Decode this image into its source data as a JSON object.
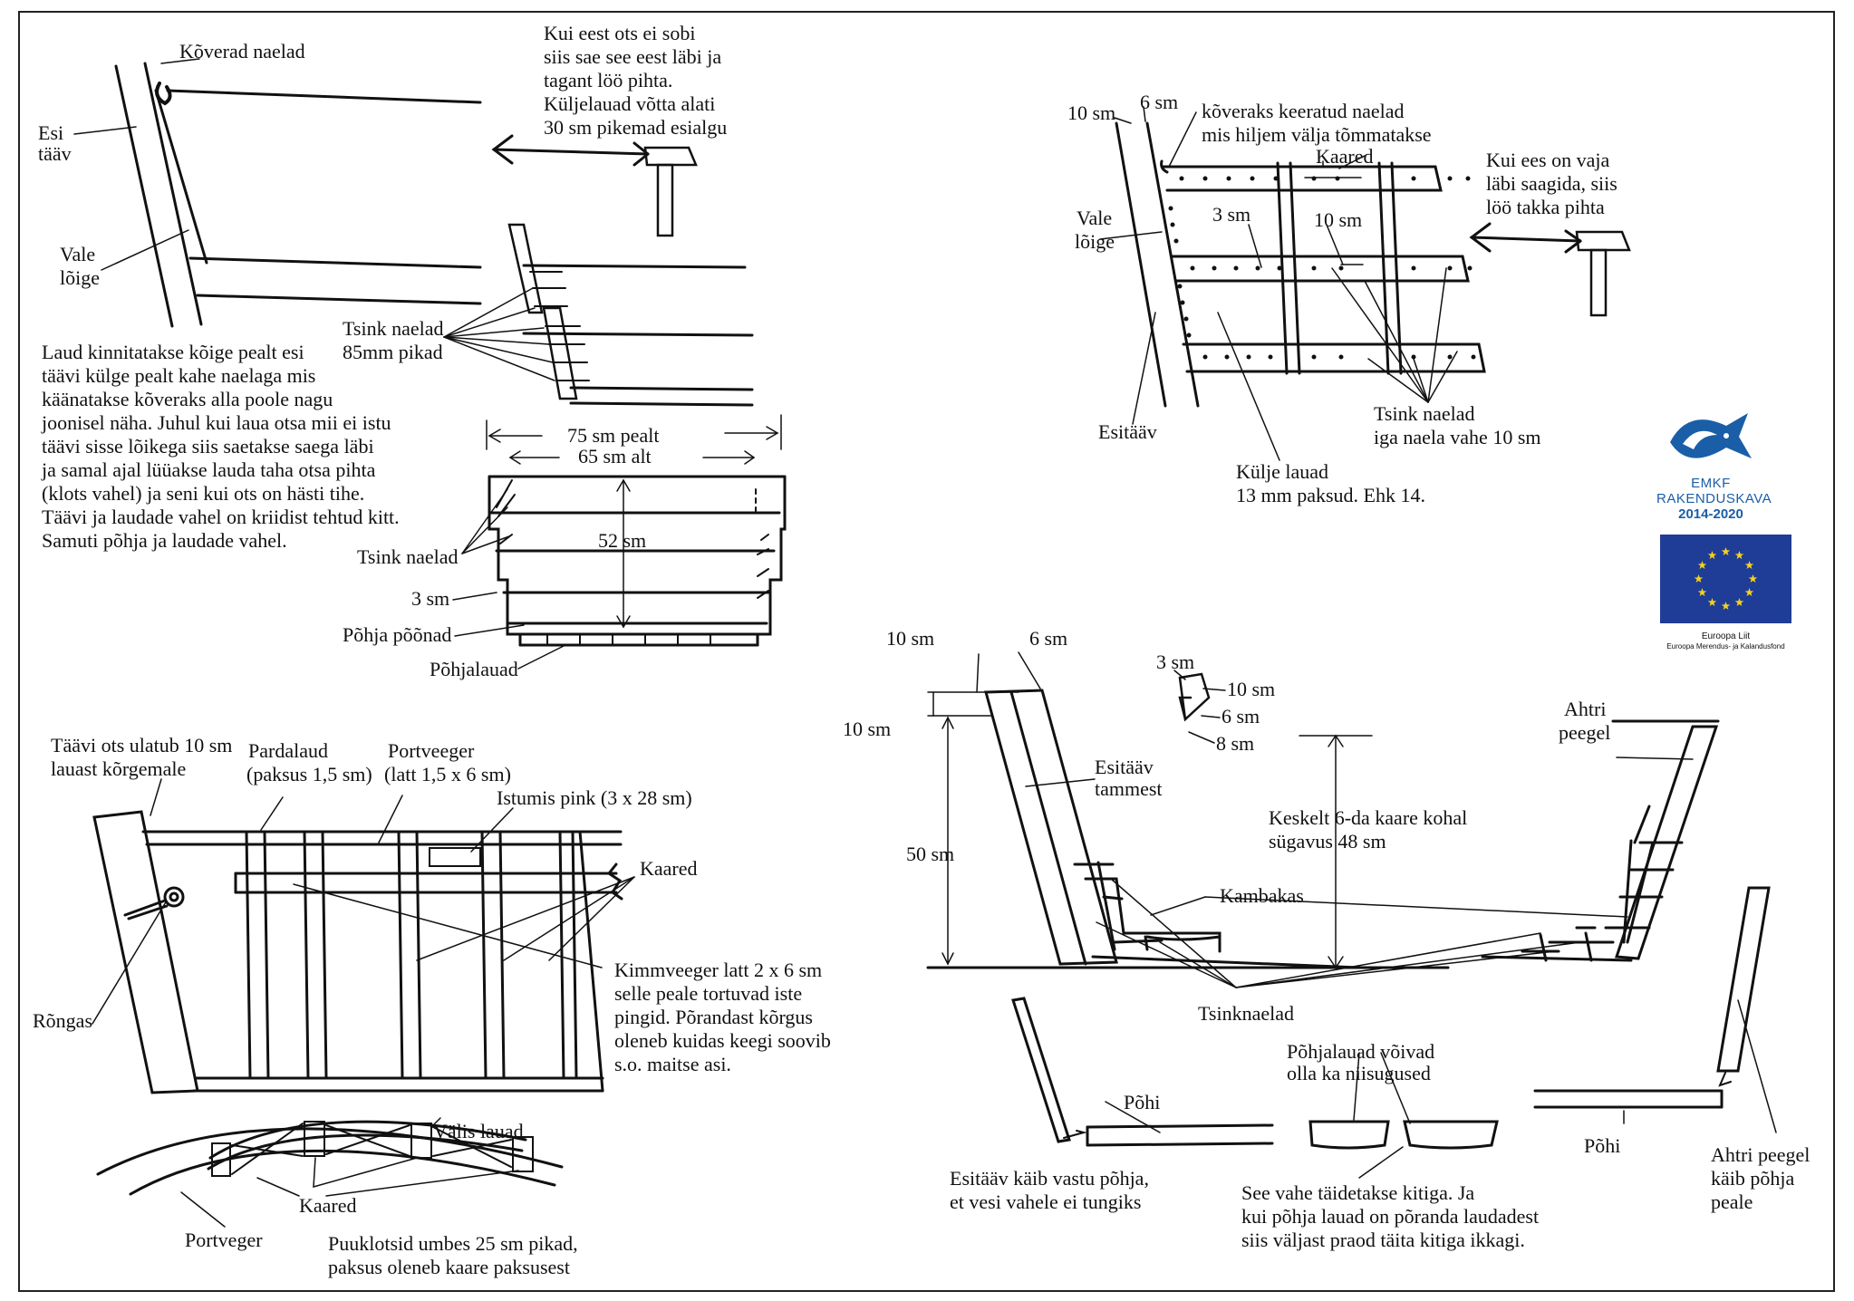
{
  "labels": {
    "koverad_naelad": "Kõverad naelad",
    "esi": "Esi",
    "taav": "tääv",
    "vale": "Vale",
    "loige": "lõige",
    "tsink_naelad_top": "Tsink naelad",
    "tsink_85": "85mm pikad",
    "pealt_75": "75 sm pealt",
    "alt_65": "65 sm alt",
    "sm_52": "52 sm",
    "tsink_naelad_mid": "Tsink naelad",
    "sm_3_left": "3 sm",
    "pohja_poonad": "Põhja põõnad",
    "pohjalauad": "Põhjalauad",
    "tr_10sm": "10 sm",
    "tr_6sm": "6 sm",
    "tr_koveraks_1": "kõveraks keeratud naelad",
    "tr_koveraks_2": "mis hiljem välja tõmmatakse",
    "tr_kaared": "Kaared",
    "tr_vale": "Vale",
    "tr_loige": "lõige",
    "tr_3sm": "3 sm",
    "tr_10sm_b": "10 sm",
    "tr_esitaav": "Esitääv",
    "tr_tsink_1": "Tsink naelad",
    "tr_tsink_2": "iga naela vahe 10 sm",
    "tr_kulje_1": "Külje lauad",
    "tr_kulje_2": "13 mm paksud. Ehk 14.",
    "bl_taavi_1": "Täävi ots ulatub 10 sm",
    "bl_taavi_2": "lauast kõrgemale",
    "bl_parda_1": "Pardalaud",
    "bl_parda_2": "(paksus 1,5 sm)",
    "bl_port_1": "Portveeger",
    "bl_port_2": "(latt 1,5 x 6 sm)",
    "bl_istumis": "Istumis pink (3 x 28 sm)",
    "bl_kaared": "Kaared",
    "bl_rongas": "Rõngas",
    "bl_valis": "Välis lauad",
    "bl_kaared2": "Kaared",
    "bl_portveger": "Portveger",
    "bl_puuk_1": "Puuklotsid umbes 25 sm pikad,",
    "bl_puuk_2": "paksus oleneb kaare paksusest",
    "br_10sm_a": "10 sm",
    "br_6sm": "6 sm",
    "br_10sm_b": "10 sm",
    "br_50sm": "50 sm",
    "br_3sm": "3 sm",
    "br_10sm_c": "10 sm",
    "br_6sm_b": "6 sm",
    "br_8sm": "8 sm",
    "br_esitaav_1": "Esitääv",
    "br_esitaav_2": "tammest",
    "br_keskelt_1": "Keskelt 6-da kaare kohal",
    "br_keskelt_2": "sügavus 48 sm",
    "br_ahtri_1": "Ahtri",
    "br_ahtri_2": "peegel",
    "br_kambakas": "Kambakas",
    "br_tsinknaelad": "Tsinknaelad",
    "br_pohi_left": "Põhi",
    "br_pohjalauad_1": "Põhjalauad võivad",
    "br_pohjalauad_2": "olla ka niisugused",
    "br_pohi_right": "Põhi",
    "br_esitaav_kaib_1": "Esitääv käib vastu põhja,",
    "br_esitaav_kaib_2": "et vesi vahele ei tungiks",
    "br_ahtri_kaib_1": "Ahtri peegel",
    "br_ahtri_kaib_2": "käib põhja",
    "br_ahtri_kaib_3": "peale"
  },
  "paragraphs": {
    "top_note": "Kui eest ots ei sobi\nsiis sae see eest läbi ja\ntagant löö pihta.\nKüljelauad võtta alati\n30 sm pikemad esialgu",
    "main_text": "Laud kinnitatakse kõige pealt esi\ntäävi külge pealt kahe naelaga mis\nkäänatakse kõveraks alla poole nagu\njoonisel näha. Juhul kui laua otsa mii ei istu\ntäävi sisse lõikega siis saetakse saega läbi\nja samal ajal lüüakse lauda taha otsa pihta\n(klots vahel) ja seni kui ots on hästi tihe.\nTäävi ja laudade vahel on kriidist tehtud kitt.\nSamuti põhja ja laudade vahel.",
    "tr_note": "Kui ees on vaja\nläbi saagida, siis\nlöö takka pihta",
    "kimm": "Kimmveeger latt 2 x 6 sm\nselle peale tortuvad iste\npingid. Põrandast kõrgus\noleneb kuidas keegi soovib\ns.o. maitse asi.",
    "see_vahe": "See vahe täidetakse kitiga. Ja\nkui põhja lauad on põranda laudadest\nsiis väljast praod täita kitiga ikkagi."
  },
  "logos": {
    "emkf_line1": "EMKF",
    "emkf_line2": "RAKENDUSKAVA",
    "emkf_line3": "2014-2020",
    "eu_caption1": "Euroopa Liit",
    "eu_caption2": "Euroopa Merendus- ja Kalandusfond",
    "emkf_color": "#1a5ea8",
    "eu_blue": "#1f3d96",
    "eu_star": "#f4d21e"
  }
}
